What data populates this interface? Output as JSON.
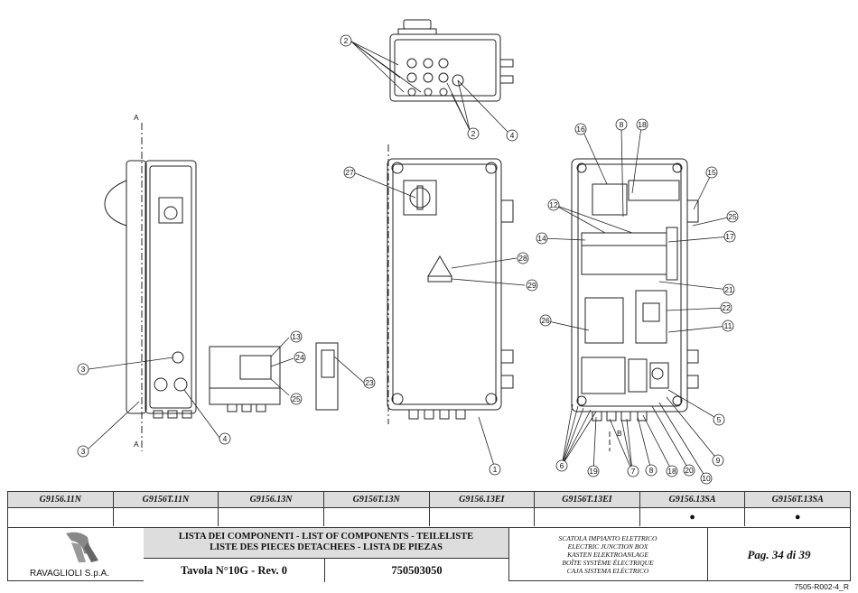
{
  "callouts": {
    "c1": "1",
    "c2": "2",
    "c3": "3",
    "c4": "4",
    "c5": "5",
    "c6": "6",
    "c7": "7",
    "c8": "8",
    "c9": "9",
    "c10": "10",
    "c11": "11",
    "c12": "12",
    "c13": "13",
    "c14": "14",
    "c15": "15",
    "c16": "16",
    "c17": "17",
    "c18": "18",
    "c19": "19",
    "c20": "20",
    "c21": "21",
    "c22": "22",
    "c23": "23",
    "c24": "24",
    "c25": "25",
    "c26": "26",
    "c27": "27",
    "c28": "28",
    "c29": "29"
  },
  "section_marks": {
    "a_top": "A",
    "a_bottom": "A",
    "b_mark": "B"
  },
  "models": [
    {
      "code": "G9156.11N",
      "mark": ""
    },
    {
      "code": "G9156T.11N",
      "mark": ""
    },
    {
      "code": "G9156.13N",
      "mark": ""
    },
    {
      "code": "G9156T.13N",
      "mark": ""
    },
    {
      "code": "G9156.13EI",
      "mark": ""
    },
    {
      "code": "G9156T.13EI",
      "mark": ""
    },
    {
      "code": "G9156.13SA",
      "mark": "●"
    },
    {
      "code": "G9156T.13SA",
      "mark": "●"
    }
  ],
  "title_block": {
    "company": "RAVAGLIOLI S.p.A.",
    "list_line1": "LISTA DEI COMPONENTI - LIST OF COMPONENTS - TEILELISTE",
    "list_line2": "LISTE DES PIECES DETACHEES - LISTA DE PIEZAS",
    "tavola": "Tavola N°10G - Rev. 0",
    "drawing_code": "750503050",
    "desc": [
      "SCATOLA IMPIANTO ELETTRICO",
      "ELECTRIC JUNCTION BOX",
      "KASTEN ELEKTROANLAGE",
      "BOÎTE SYSTÈME ÉLECTRIQUE",
      "CAJA SISTEMA ELÉCTRICO"
    ],
    "page": "Pag. 34 di 39"
  },
  "ref_code": "7505-R002-4_R",
  "colors": {
    "line": "#222",
    "header_bg": "#dddddd"
  }
}
